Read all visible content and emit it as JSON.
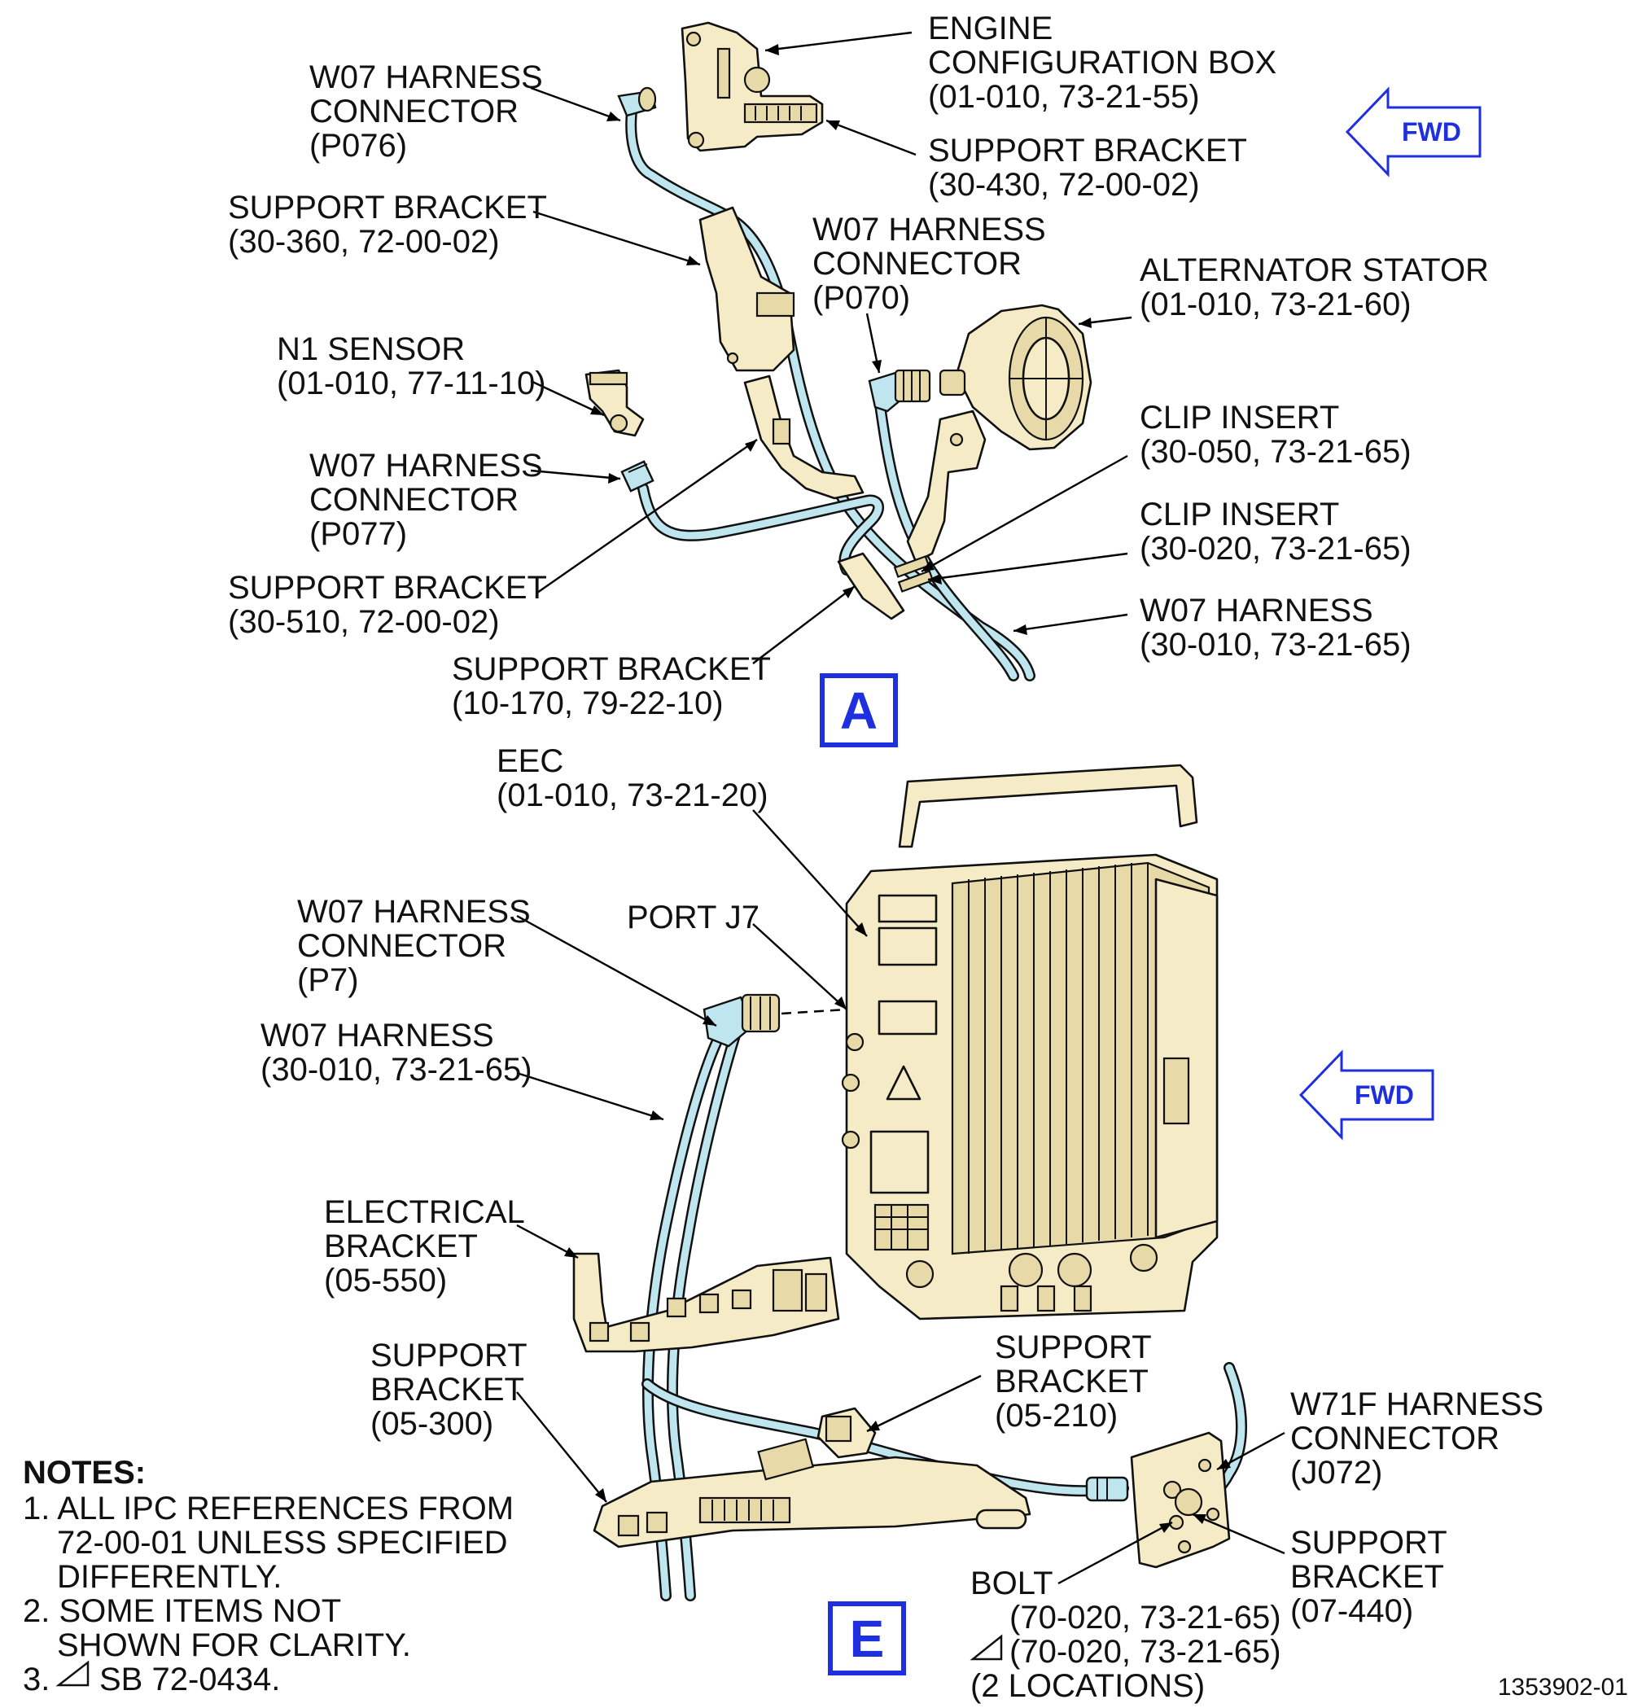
{
  "view_a": {
    "label": "A",
    "fwd_label": "FWD",
    "callouts": {
      "engine_config_box": [
        "ENGINE",
        "CONFIGURATION BOX",
        "(01-010, 73-21-55)"
      ],
      "support_bracket_430": [
        "SUPPORT BRACKET",
        "(30-430, 72-00-02)"
      ],
      "w07_connector_p076": [
        "W07 HARNESS",
        "CONNECTOR",
        "(P076)"
      ],
      "support_bracket_360": [
        "SUPPORT BRACKET",
        "(30-360, 72-00-02)"
      ],
      "w07_connector_p070": [
        "W07 HARNESS",
        "CONNECTOR",
        "(P070)"
      ],
      "alternator_stator": [
        "ALTERNATOR STATOR",
        "(01-010, 73-21-60)"
      ],
      "n1_sensor": [
        "N1 SENSOR",
        "(01-010, 77-11-10)"
      ],
      "clip_insert_050": [
        "CLIP INSERT",
        "(30-050, 73-21-65)"
      ],
      "w07_connector_p077": [
        "W07 HARNESS",
        "CONNECTOR",
        "(P077)"
      ],
      "clip_insert_020": [
        "CLIP INSERT",
        "(30-020, 73-21-65)"
      ],
      "support_bracket_510": [
        "SUPPORT BRACKET",
        "(30-510, 72-00-02)"
      ],
      "w07_harness": [
        "W07 HARNESS",
        "(30-010, 73-21-65)"
      ],
      "support_bracket_170": [
        "SUPPORT BRACKET",
        "(10-170, 79-22-10)"
      ]
    }
  },
  "view_e": {
    "label": "E",
    "fwd_label": "FWD",
    "callouts": {
      "eec": [
        "EEC",
        "(01-010, 73-21-20)"
      ],
      "w07_connector_p7": [
        "W07 HARNESS",
        "CONNECTOR",
        "(P7)"
      ],
      "port_j7": [
        "PORT J7"
      ],
      "w07_harness": [
        "W07 HARNESS",
        "(30-010, 73-21-65)"
      ],
      "electrical_bracket": [
        "ELECTRICAL",
        "BRACKET",
        "(05-550)"
      ],
      "support_bracket_300": [
        "SUPPORT",
        "BRACKET",
        "(05-300)"
      ],
      "support_bracket_210": [
        "SUPPORT",
        "BRACKET",
        "(05-210)"
      ],
      "w71f_connector": [
        "W71F HARNESS",
        "CONNECTOR",
        "(J072)"
      ],
      "support_bracket_440": [
        "SUPPORT",
        "BRACKET",
        "(07-440)"
      ],
      "bolt": [
        "BOLT",
        "(70-020, 73-21-65)",
        "(70-020, 73-21-65)",
        "(2 LOCATIONS)"
      ]
    }
  },
  "notes": {
    "heading": "NOTES:",
    "lines": [
      "1. ALL IPC REFERENCES FROM",
      "72-00-01 UNLESS SPECIFIED",
      "DIFFERENTLY.",
      "2. SOME ITEMS NOT",
      "SHOWN FOR CLARITY.",
      "3.",
      "SB 72-0434."
    ]
  },
  "figure_number": "1353902-01"
}
